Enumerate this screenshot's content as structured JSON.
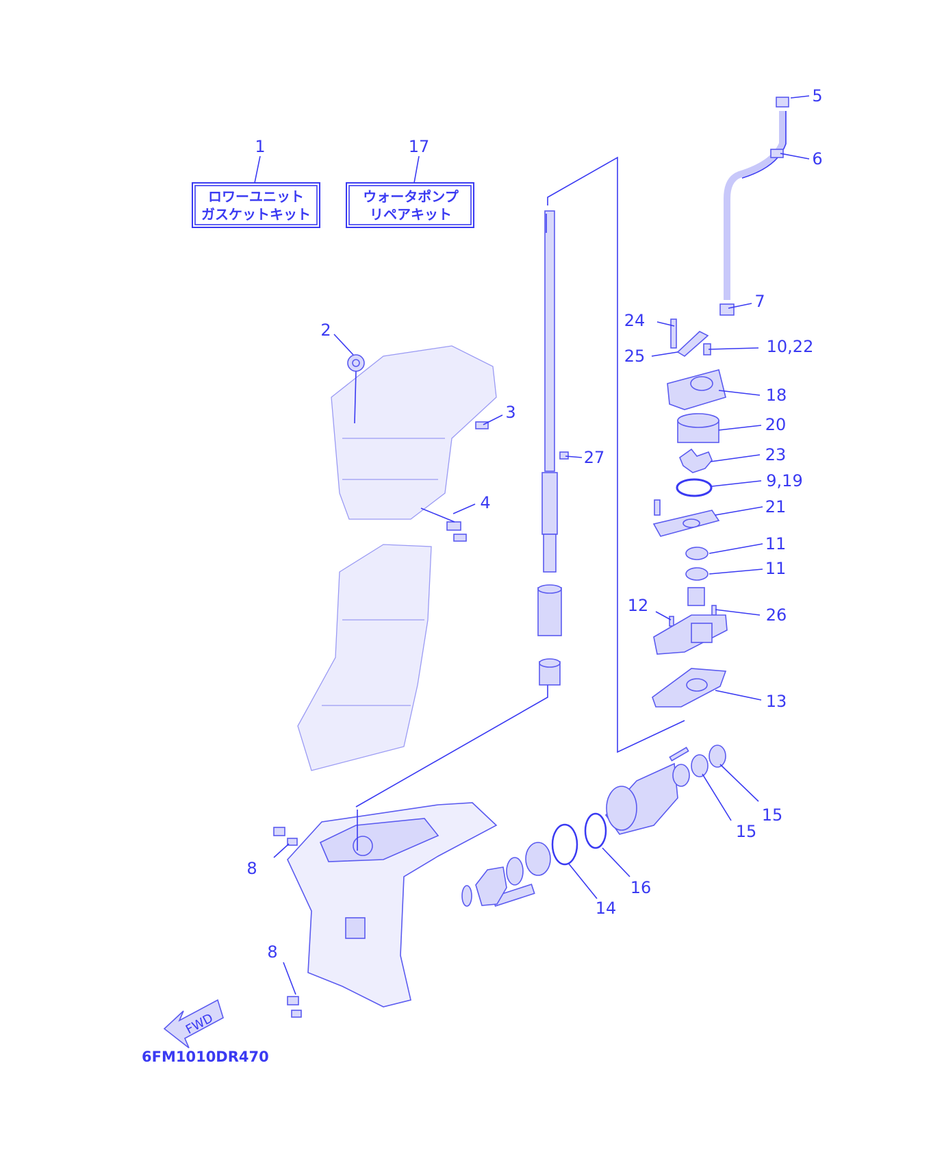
{
  "diagram": {
    "code": "6FM1010DR470",
    "fwd_arrow_text": "FWD",
    "kits": [
      {
        "number": "1",
        "line1": "ロワーユニット",
        "line2": "ガスケットキット"
      },
      {
        "number": "17",
        "line1": "ウォータポンプ",
        "line2": "リペアキット"
      }
    ],
    "callouts": [
      "2",
      "3",
      "4",
      "5",
      "6",
      "7",
      "24",
      "25",
      "10,22",
      "18",
      "20",
      "23",
      "9,19",
      "21",
      "11",
      "11",
      "12",
      "26",
      "13",
      "27",
      "8",
      "8",
      "14",
      "16",
      "15",
      "15"
    ]
  },
  "colors": {
    "line": "#3a3af2",
    "fill": "#d8d8fb"
  }
}
